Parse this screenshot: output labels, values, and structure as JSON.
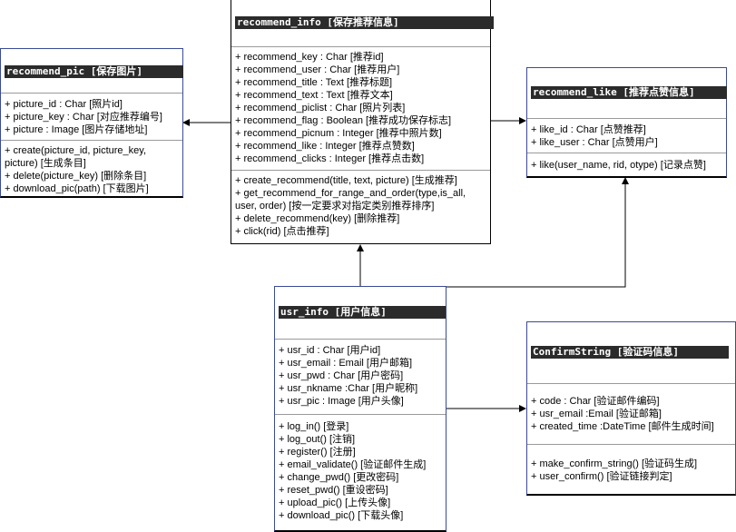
{
  "classes": {
    "recommend_info": {
      "title": "recommend_info  [保存推荐信息]",
      "attributes": [
        "+ recommend_key : Char  [推荐id]",
        "+ recommend_user : Char  [推荐用户]",
        "+ recommend_title : Text  [推荐标题]",
        "+ recommend_text : Text  [推荐文本]",
        "+ recommend_piclist : Char  [照片列表]",
        "+ recommend_flag : Boolean  [推荐成功保存标志]",
        "+ recommend_picnum : Integer  [推荐中照片数]",
        "+ recommend_like : Integer  [推荐点赞数]",
        "+ recommend_clicks : Integer  [推荐点击数]"
      ],
      "methods": [
        "+ create_recommend(title, text, picture)  [生成推荐]",
        "+ get_recommend_for_range_and_order(type,is_all, user, order)  [按一定要求对指定类别推荐排序]",
        "+ delete_recommend(key)  [删除推荐]",
        "+ click(rid)  [点击推荐]"
      ]
    },
    "recommend_pic": {
      "title": "recommend_pic  [保存图片]",
      "attributes": [
        "+ picture_id : Char  [照片id]",
        "+ picture_key : Char  [对应推荐编号]",
        "+ picture : Image  [图片存储地址]"
      ],
      "methods": [
        "+ create(picture_id, picture_key, picture)  [生成条目]",
        "+ delete(picture_key)  [删除条目]",
        "+ download_pic(path)  [下载图片]"
      ]
    },
    "recommend_like": {
      "title": "recommend_like  [推荐点赞信息]",
      "attributes": [
        "+ like_id : Char  [点赞推荐]",
        "+ like_user : Char  [点赞用户]"
      ],
      "methods": [
        "+ like(user_name, rid, otype)  [记录点赞]"
      ]
    },
    "usr_info": {
      "title": "usr_info  [用户信息]",
      "attributes": [
        "+ usr_id : Char  [用户id]",
        "+ usr_email : Email  [用户邮箱]",
        "+ usr_pwd : Char  [用户密码]",
        "+ usr_nkname :Char  [用户昵称]",
        "+ usr_pic : Image  [用户头像]"
      ],
      "methods": [
        "+ log_in()  [登录]",
        "+ log_out()  [注销]",
        "+ register()  [注册]",
        "+ email_validate()  [验证邮件生成]",
        "+ change_pwd()  [更改密码]",
        "+ reset_pwd()  [重设密码]",
        "+ upload_pic()  [上传头像]",
        "+ download_pic()  [下载头像]"
      ]
    },
    "ConfirmString": {
      "title": "ConfirmString  [验证码信息]",
      "attributes": [
        "+ code : Char  [验证邮件编码]",
        "+ usr_email :Email  [验证邮箱]",
        "+ created_time :DateTime  [邮件生成时间]"
      ],
      "methods": [
        "+ make_confirm_string()  [验证码生成]",
        "+ user_confirm()  [验证链接判定]"
      ]
    }
  }
}
